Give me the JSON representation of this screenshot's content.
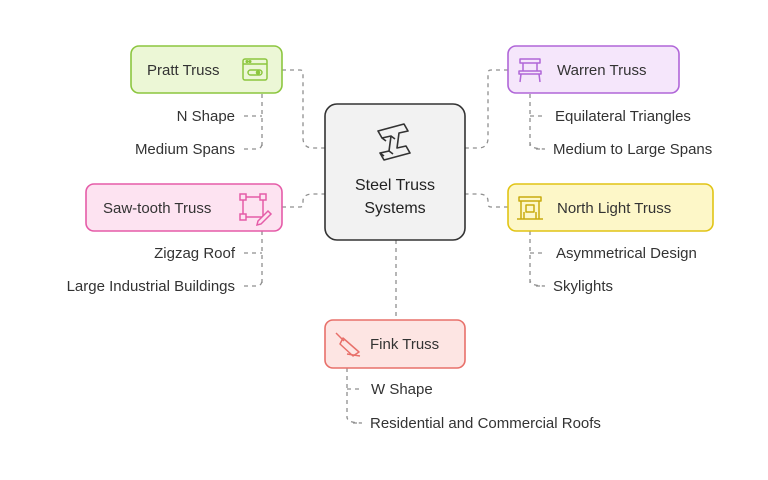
{
  "center": {
    "title_line1": "Steel Truss",
    "title_line2": "Systems",
    "icon": "i-beam-icon"
  },
  "nodes": [
    {
      "key": "pratt",
      "label": "Pratt Truss",
      "icon": "browser-window-icon",
      "color": "#8cc63f",
      "fill": "#ecf7d6",
      "children": [
        "N Shape",
        "Medium Spans"
      ]
    },
    {
      "key": "warren",
      "label": "Warren Truss",
      "icon": "chair-icon",
      "color": "#b066d8",
      "fill": "#f5e6fb",
      "children": [
        "Equilateral Triangles",
        "Medium to Large Spans"
      ]
    },
    {
      "key": "sawtooth",
      "label": "Saw-tooth Truss",
      "icon": "vector-edit-icon",
      "color": "#e55ca8",
      "fill": "#fde3f1",
      "children": [
        "Zigzag Roof",
        "Large Industrial Buildings"
      ]
    },
    {
      "key": "northlight",
      "label": "North Light Truss",
      "icon": "pavilion-icon",
      "color": "#e1c415",
      "fill": "#fdf7c8",
      "children": [
        "Asymmetrical Design",
        "Skylights"
      ]
    },
    {
      "key": "fink",
      "label": "Fink Truss",
      "icon": "trowel-icon",
      "color": "#e8706a",
      "fill": "#fde5e3",
      "children": [
        "W Shape",
        "Residential and Commercial Roofs"
      ]
    }
  ]
}
